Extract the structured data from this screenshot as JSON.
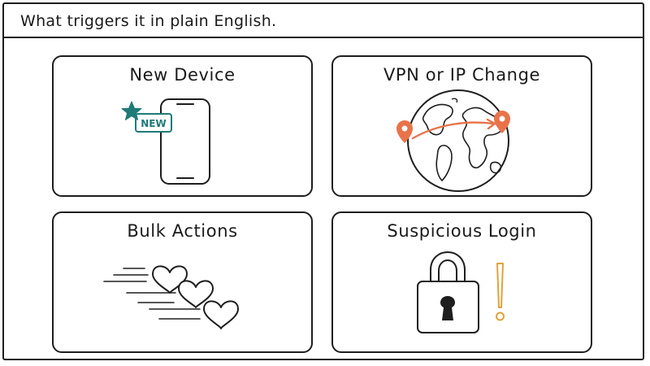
{
  "header": {
    "title": "What triggers it in plain English."
  },
  "cards": [
    {
      "title": "New Device",
      "badge": "NEW"
    },
    {
      "title": "VPN or IP Change"
    },
    {
      "title": "Bulk Actions"
    },
    {
      "title": "Suspicious Login"
    }
  ],
  "colors": {
    "ink": "#1e1e1e",
    "teal": "#1f7a78",
    "pin_orange": "#e8734a",
    "warning_yellow": "#e0a23a"
  }
}
